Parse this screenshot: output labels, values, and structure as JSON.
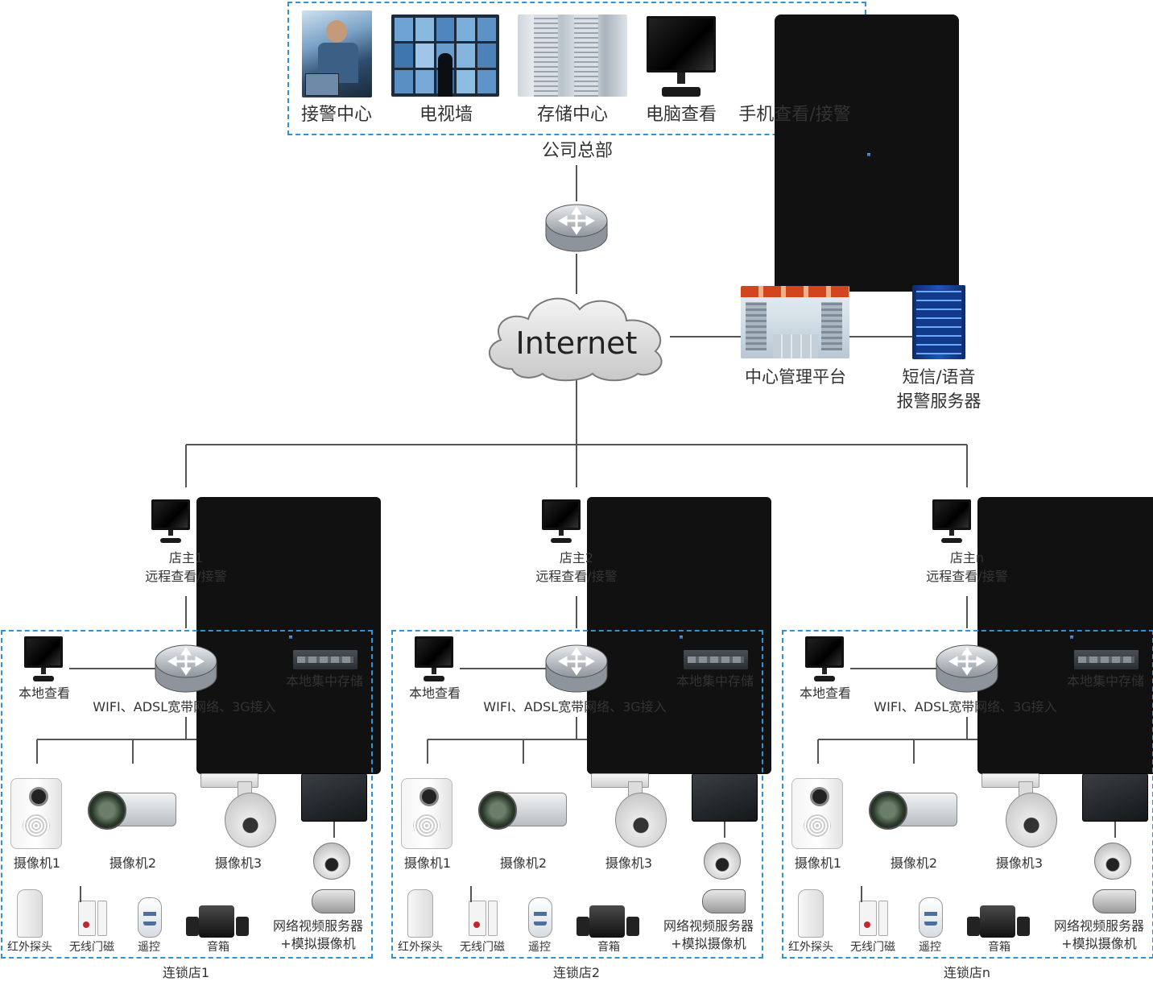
{
  "headquarters": {
    "items": [
      {
        "label": "接警中心",
        "icon": "alarm-center-photo"
      },
      {
        "label": "电视墙",
        "icon": "video-wall-photo"
      },
      {
        "label": "存储中心",
        "icon": "storage-rack-photo"
      },
      {
        "label": "电脑查看",
        "icon": "monitor-icon"
      },
      {
        "label": "手机查看/接警",
        "icon": "phone-icon"
      }
    ],
    "caption": "公司总部"
  },
  "internet": {
    "label": "Internet"
  },
  "platform": {
    "label": "中心管理平台"
  },
  "sms_server": {
    "line1": "短信/语音",
    "line2": "报警服务器"
  },
  "owners": [
    {
      "line1": "店主1",
      "line2": "远程查看/接警"
    },
    {
      "line1": "店主2",
      "line2": "远程查看/接警"
    },
    {
      "line1": "店主n",
      "line2": "远程查看/接警"
    }
  ],
  "store_template": {
    "local_view": "本地查看",
    "local_storage": "本地集中存储",
    "access": "WIFI、ADSL宽带网络、3G接入",
    "cameras": [
      "摄像机1",
      "摄像机2",
      "摄像机3"
    ],
    "sensors": [
      "红外探头",
      "无线门磁",
      "遥控",
      "音箱"
    ],
    "video_server_line1": "网络视频服务器",
    "video_server_line2": "+模拟摄像机"
  },
  "stores": [
    {
      "caption": "连锁店1"
    },
    {
      "caption": "连锁店2"
    },
    {
      "caption": "连锁店n"
    }
  ],
  "colors": {
    "dash": "#2f93d6",
    "line": "#555555"
  }
}
